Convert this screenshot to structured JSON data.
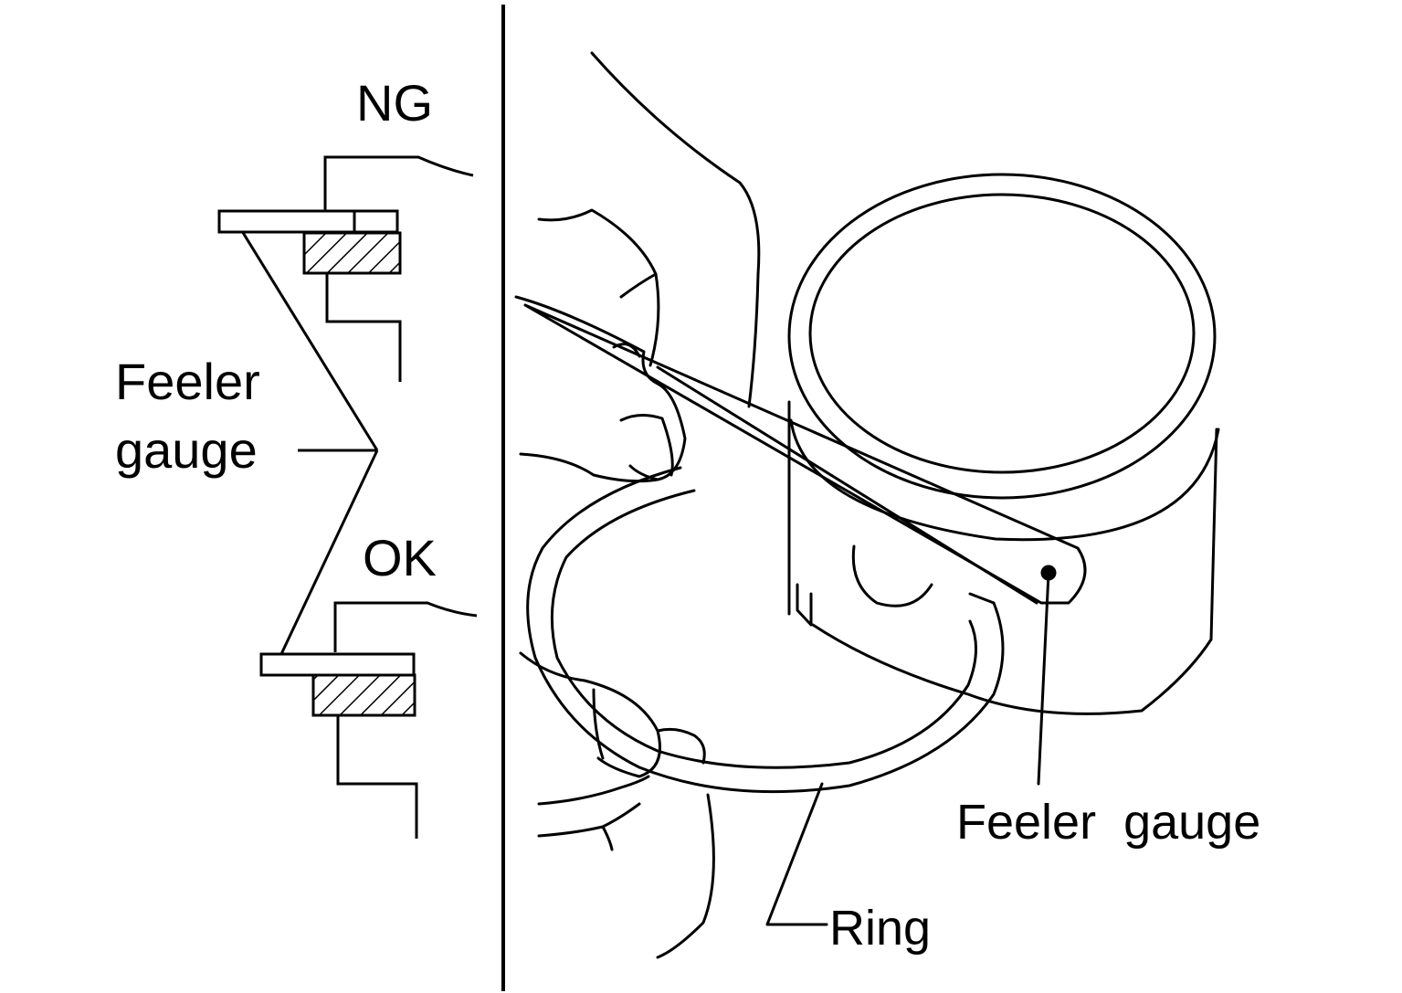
{
  "left_panel": {
    "ng_label": "NG",
    "ok_label": "OK",
    "feeler_label_line1": "Feeler",
    "feeler_label_line2": "gauge"
  },
  "right_panel": {
    "feeler_gauge_label": "Feeler  gauge",
    "ring_label": "Ring"
  },
  "colors": {
    "ink": "#000000",
    "background": "#ffffff"
  }
}
